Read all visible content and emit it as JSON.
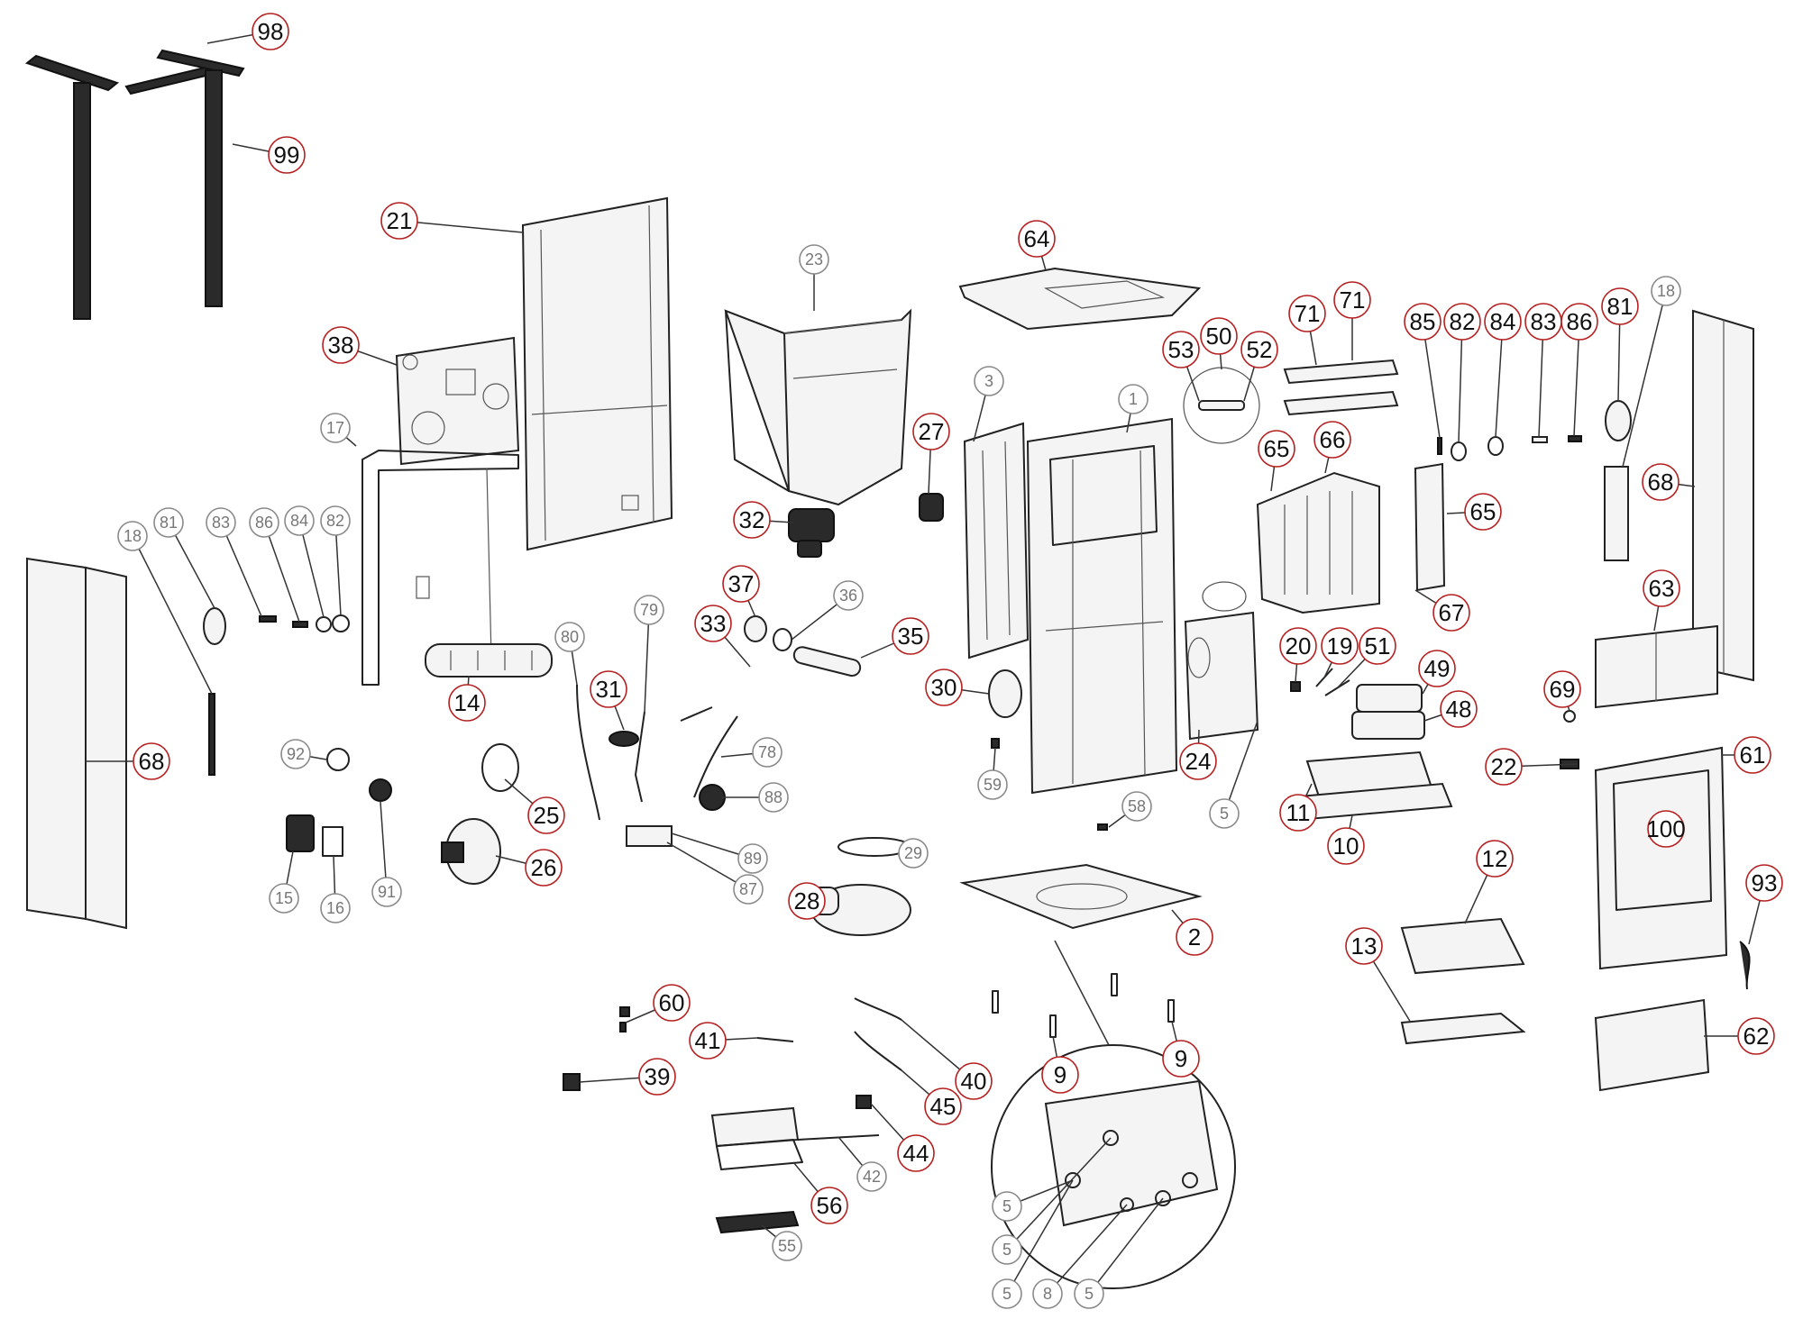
{
  "diagram": {
    "callouts": [
      {
        "label": "98",
        "style": "red"
      },
      {
        "label": "99",
        "style": "red"
      },
      {
        "label": "21",
        "style": "red"
      },
      {
        "label": "38",
        "style": "red"
      },
      {
        "label": "17",
        "style": "gray"
      },
      {
        "label": "23",
        "style": "gray"
      },
      {
        "label": "32",
        "style": "red"
      },
      {
        "label": "27",
        "style": "red"
      },
      {
        "label": "3",
        "style": "gray"
      },
      {
        "label": "1",
        "style": "gray"
      },
      {
        "label": "64",
        "style": "red"
      },
      {
        "label": "53",
        "style": "red"
      },
      {
        "label": "50",
        "style": "red"
      },
      {
        "label": "52",
        "style": "red"
      },
      {
        "label": "71",
        "style": "red"
      },
      {
        "label": "71",
        "style": "red"
      },
      {
        "label": "65",
        "style": "red"
      },
      {
        "label": "66",
        "style": "red"
      },
      {
        "label": "65",
        "style": "red"
      },
      {
        "label": "67",
        "style": "red"
      },
      {
        "label": "85",
        "style": "red"
      },
      {
        "label": "82",
        "style": "red"
      },
      {
        "label": "84",
        "style": "red"
      },
      {
        "label": "83",
        "style": "red"
      },
      {
        "label": "86",
        "style": "red"
      },
      {
        "label": "81",
        "style": "red"
      },
      {
        "label": "18",
        "style": "gray"
      },
      {
        "label": "68",
        "style": "red"
      },
      {
        "label": "63",
        "style": "red"
      },
      {
        "label": "18",
        "style": "gray"
      },
      {
        "label": "81",
        "style": "gray"
      },
      {
        "label": "83",
        "style": "gray"
      },
      {
        "label": "86",
        "style": "gray"
      },
      {
        "label": "84",
        "style": "gray"
      },
      {
        "label": "82",
        "style": "gray"
      },
      {
        "label": "68",
        "style": "red"
      },
      {
        "label": "14",
        "style": "red"
      },
      {
        "label": "80",
        "style": "gray"
      },
      {
        "label": "79",
        "style": "gray"
      },
      {
        "label": "37",
        "style": "red"
      },
      {
        "label": "36",
        "style": "gray"
      },
      {
        "label": "33",
        "style": "red"
      },
      {
        "label": "35",
        "style": "red"
      },
      {
        "label": "30",
        "style": "red"
      },
      {
        "label": "31",
        "style": "red"
      },
      {
        "label": "78",
        "style": "gray"
      },
      {
        "label": "88",
        "style": "gray"
      },
      {
        "label": "89",
        "style": "gray"
      },
      {
        "label": "87",
        "style": "gray"
      },
      {
        "label": "92",
        "style": "gray"
      },
      {
        "label": "25",
        "style": "red"
      },
      {
        "label": "26",
        "style": "red"
      },
      {
        "label": "15",
        "style": "gray"
      },
      {
        "label": "16",
        "style": "gray"
      },
      {
        "label": "91",
        "style": "gray"
      },
      {
        "label": "29",
        "style": "gray"
      },
      {
        "label": "28",
        "style": "red"
      },
      {
        "label": "59",
        "style": "gray"
      },
      {
        "label": "24",
        "style": "red"
      },
      {
        "label": "5",
        "style": "gray"
      },
      {
        "label": "20",
        "style": "red"
      },
      {
        "label": "19",
        "style": "red"
      },
      {
        "label": "51",
        "style": "red"
      },
      {
        "label": "49",
        "style": "red"
      },
      {
        "label": "48",
        "style": "red"
      },
      {
        "label": "11",
        "style": "red"
      },
      {
        "label": "10",
        "style": "red"
      },
      {
        "label": "69",
        "style": "red"
      },
      {
        "label": "22",
        "style": "red"
      },
      {
        "label": "61",
        "style": "red"
      },
      {
        "label": "100",
        "style": "red"
      },
      {
        "label": "58",
        "style": "gray"
      },
      {
        "label": "2",
        "style": "red"
      },
      {
        "label": "12",
        "style": "red"
      },
      {
        "label": "13",
        "style": "red"
      },
      {
        "label": "93",
        "style": "red"
      },
      {
        "label": "62",
        "style": "red"
      },
      {
        "label": "60",
        "style": "red"
      },
      {
        "label": "41",
        "style": "red"
      },
      {
        "label": "39",
        "style": "red"
      },
      {
        "label": "40",
        "style": "red"
      },
      {
        "label": "45",
        "style": "red"
      },
      {
        "label": "44",
        "style": "red"
      },
      {
        "label": "42",
        "style": "gray"
      },
      {
        "label": "56",
        "style": "red"
      },
      {
        "label": "55",
        "style": "gray"
      },
      {
        "label": "9",
        "style": "red"
      },
      {
        "label": "9",
        "style": "red"
      },
      {
        "label": "5",
        "style": "gray"
      },
      {
        "label": "5",
        "style": "gray"
      },
      {
        "label": "5",
        "style": "gray"
      },
      {
        "label": "8",
        "style": "gray"
      },
      {
        "label": "5",
        "style": "gray"
      }
    ]
  }
}
